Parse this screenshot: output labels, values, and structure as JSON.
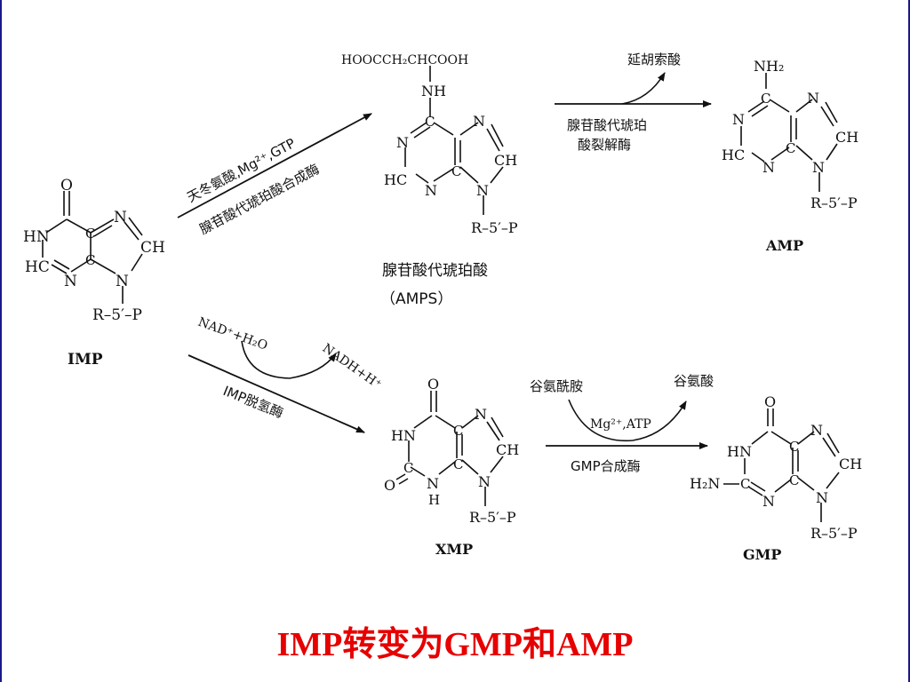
{
  "slide": {
    "title": "IMP转变为GMP和AMP"
  },
  "compounds": {
    "imp": {
      "name": "IMP",
      "labels": {
        "o": "O",
        "hn": "HN",
        "hc": "HC",
        "n_ring": "N",
        "c_top": "C",
        "c_bot": "C",
        "n7": "N",
        "ch8": "CH",
        "n9": "N",
        "ribose": "R–5′–P"
      }
    },
    "amps": {
      "name": "腺苷酸代琥珀酸",
      "abbr": "（AMPS）",
      "labels": {
        "succinyl": "HOOCCH₂CHCOOH",
        "nh": "NH",
        "n1": "N",
        "hc": "HC",
        "n3": "N",
        "c_top": "C",
        "c_bot": "C",
        "n7": "N",
        "ch8": "CH",
        "n9": "N",
        "ribose": "R–5′–P"
      }
    },
    "amp": {
      "name": "AMP",
      "labels": {
        "nh2": "NH₂",
        "n1": "N",
        "hc": "HC",
        "n3": "N",
        "c_top": "C",
        "c_bot": "C",
        "n7": "N",
        "ch8": "CH",
        "n9": "N",
        "ribose": "R–5′–P"
      }
    },
    "xmp": {
      "name": "XMP",
      "labels": {
        "o6": "O",
        "hn": "HN",
        "o2": "O",
        "c2": "C",
        "nh": "N",
        "h": "H",
        "c_top": "C",
        "c_bot": "C",
        "n7": "N",
        "ch8": "CH",
        "n9": "N",
        "ribose": "R–5′–P"
      }
    },
    "gmp": {
      "name": "GMP",
      "labels": {
        "o6": "O",
        "hn": "HN",
        "h2n": "H₂N",
        "c2": "C",
        "n3": "N",
        "c_top": "C",
        "c_bot": "C",
        "n7": "N",
        "ch8": "CH",
        "n9": "N",
        "ribose": "R–5′–P"
      }
    }
  },
  "reactions": {
    "imp_to_amps": {
      "reagents": "天冬氨酸,Mg²⁺,GTP",
      "enzyme": "腺苷酸代琥珀酸合成酶"
    },
    "amps_to_amp": {
      "byproduct": "延胡索酸",
      "enzyme_line1": "腺苷酸代琥珀",
      "enzyme_line2": "酸裂解酶"
    },
    "imp_to_xmp": {
      "reagents": "NAD⁺+H₂O",
      "product": "NADH+H⁺",
      "enzyme": "IMP脱氢酶"
    },
    "xmp_to_gmp": {
      "substrate": "谷氨酰胺",
      "product": "谷氨酸",
      "cofactors": "Mg²⁺,ATP",
      "enzyme": "GMP合成酶"
    }
  }
}
